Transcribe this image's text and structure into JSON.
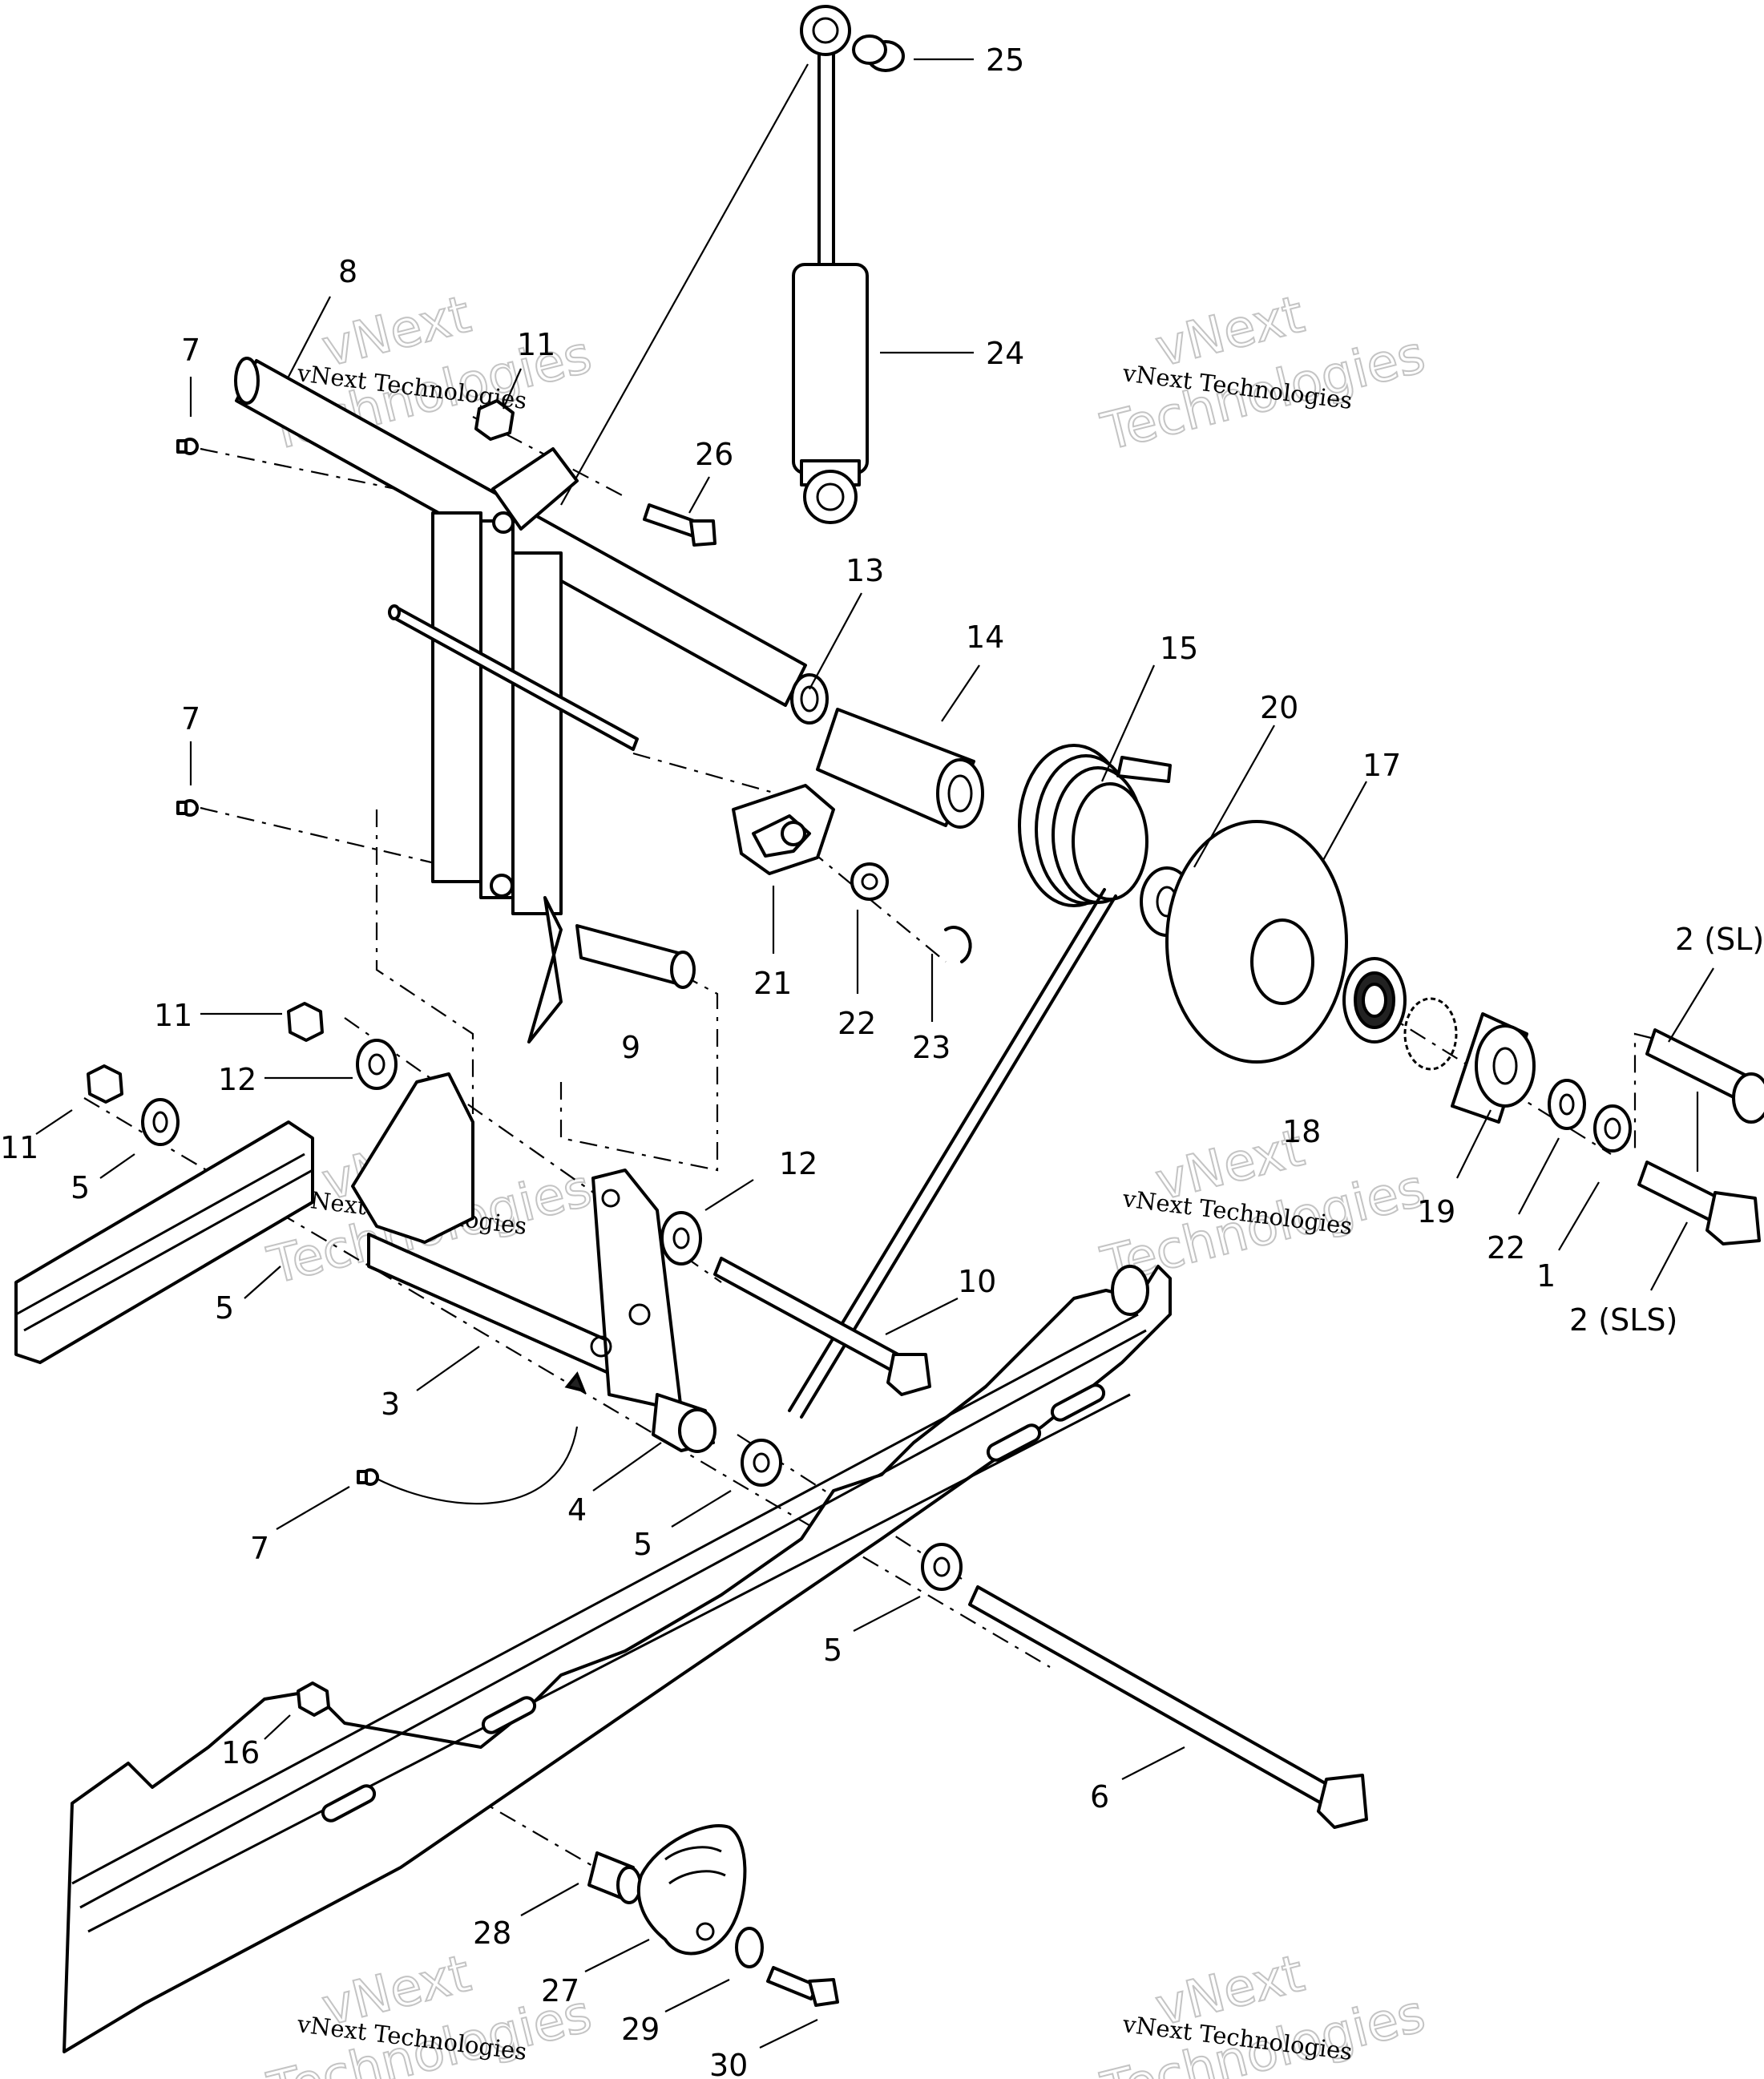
{
  "watermark": {
    "top_line": "vNext",
    "bottom_line": "Technologies",
    "caption": "vNext Technologies"
  },
  "callouts": [
    {
      "id": "c25",
      "text": "25"
    },
    {
      "id": "c24",
      "text": "24"
    },
    {
      "id": "c8",
      "text": "8"
    },
    {
      "id": "c7a",
      "text": "7"
    },
    {
      "id": "c11a",
      "text": "11"
    },
    {
      "id": "c26",
      "text": "26"
    },
    {
      "id": "c13",
      "text": "13"
    },
    {
      "id": "c14",
      "text": "14"
    },
    {
      "id": "c15",
      "text": "15"
    },
    {
      "id": "c20",
      "text": "20"
    },
    {
      "id": "c17",
      "text": "17"
    },
    {
      "id": "c7b",
      "text": "7"
    },
    {
      "id": "c21",
      "text": "21"
    },
    {
      "id": "c22a",
      "text": "22"
    },
    {
      "id": "c23",
      "text": "23"
    },
    {
      "id": "c9",
      "text": "9"
    },
    {
      "id": "c2sl",
      "text": "2 (SL)"
    },
    {
      "id": "c18",
      "text": "18"
    },
    {
      "id": "c19",
      "text": "19"
    },
    {
      "id": "c22b",
      "text": "22"
    },
    {
      "id": "c1",
      "text": "1"
    },
    {
      "id": "c2sls",
      "text": "2 (SLS)"
    },
    {
      "id": "c11b",
      "text": "11"
    },
    {
      "id": "c12a",
      "text": "12"
    },
    {
      "id": "c11c",
      "text": "11"
    },
    {
      "id": "c5a",
      "text": "5"
    },
    {
      "id": "c5b",
      "text": "5"
    },
    {
      "id": "c12b",
      "text": "12"
    },
    {
      "id": "c10",
      "text": "10"
    },
    {
      "id": "c3",
      "text": "3"
    },
    {
      "id": "c4",
      "text": "4"
    },
    {
      "id": "c5c",
      "text": "5"
    },
    {
      "id": "c7c",
      "text": "7"
    },
    {
      "id": "c5d",
      "text": "5"
    },
    {
      "id": "c16",
      "text": "16"
    },
    {
      "id": "c6",
      "text": "6"
    },
    {
      "id": "c28",
      "text": "28"
    },
    {
      "id": "c27",
      "text": "27"
    },
    {
      "id": "c29",
      "text": "29"
    },
    {
      "id": "c30",
      "text": "30"
    }
  ]
}
